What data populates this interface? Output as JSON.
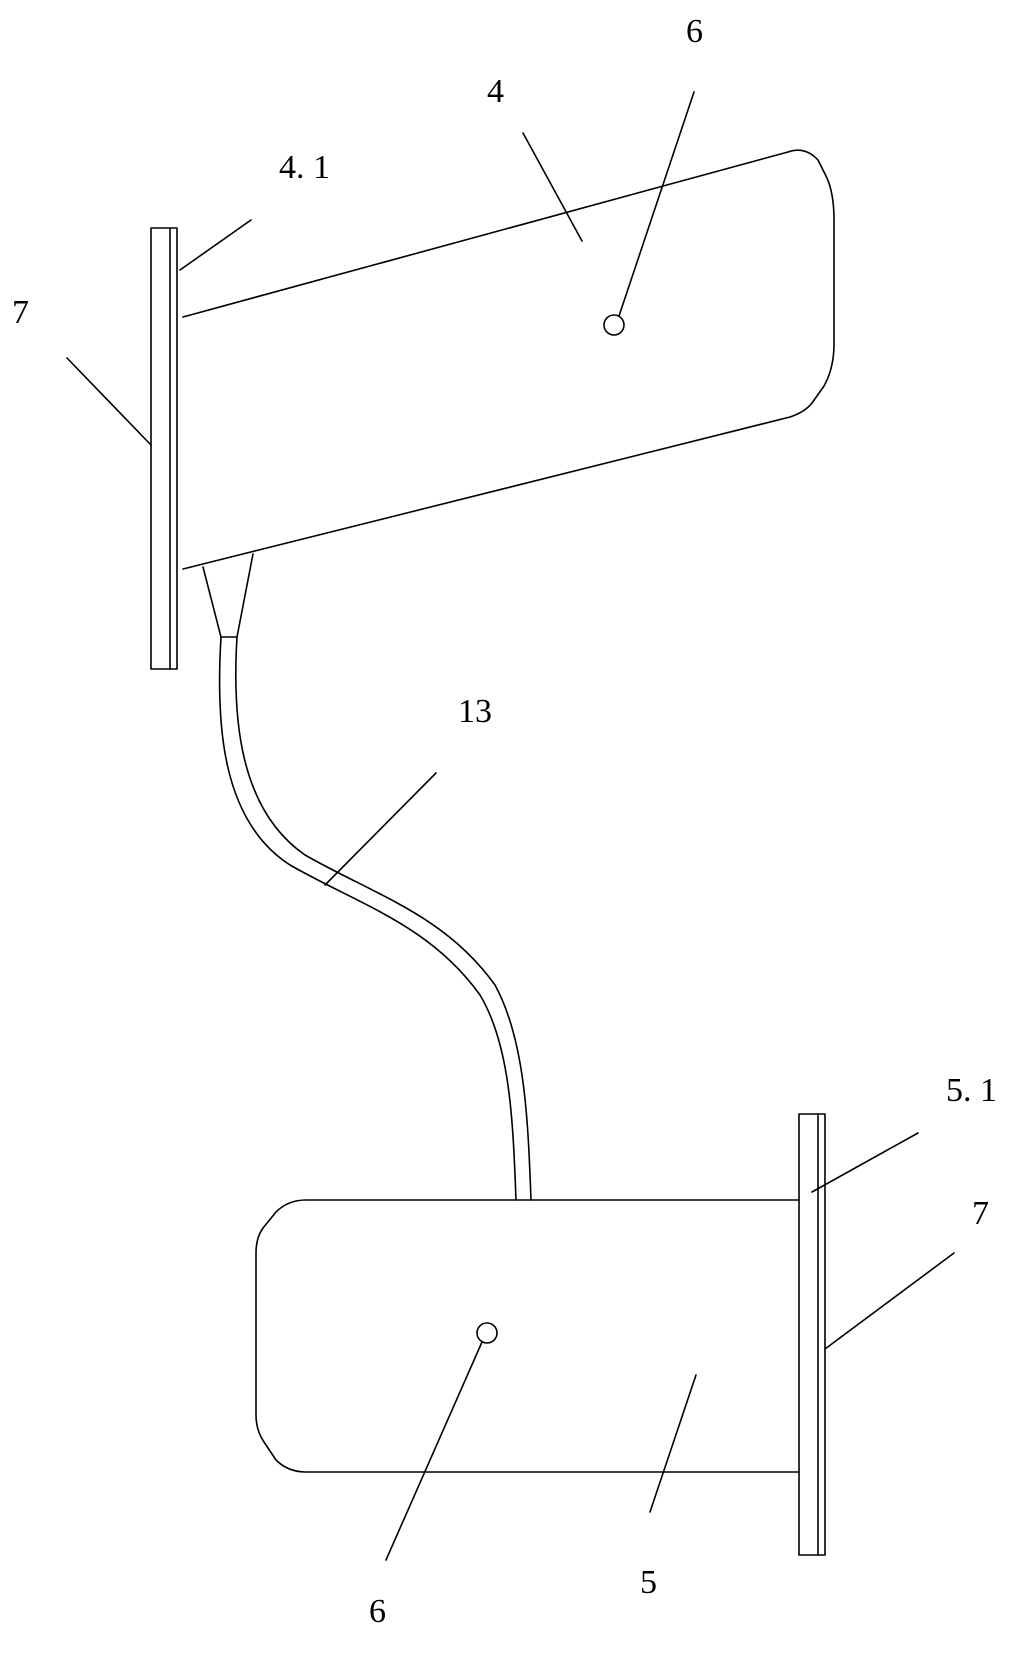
{
  "labels": {
    "part_upper_body": "4",
    "part_upper_plate": "4. 1",
    "part_lower_body": "5",
    "part_lower_plate": "5. 1",
    "part_pin_upper": "6",
    "part_pin_lower": "6",
    "part_plate_left": "7",
    "part_plate_right": "7",
    "part_hose": "13"
  }
}
